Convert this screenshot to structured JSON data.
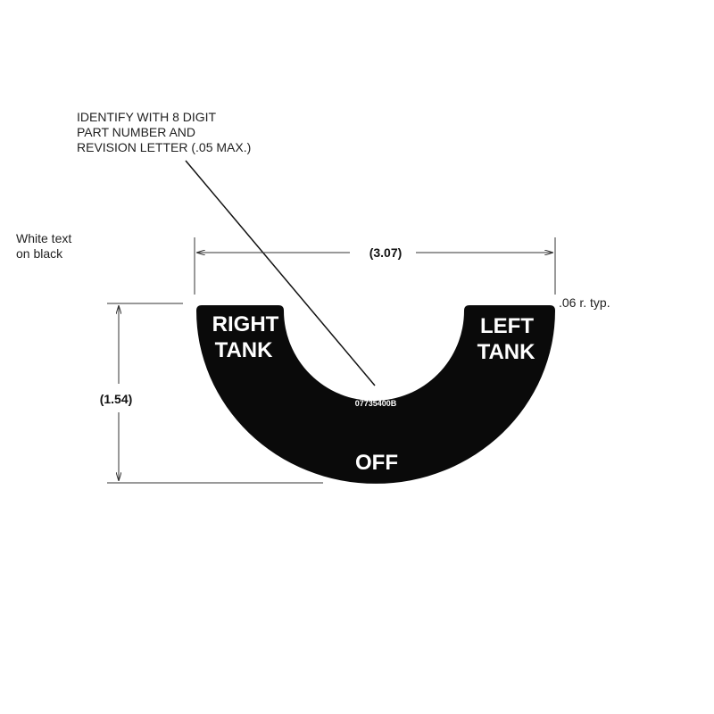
{
  "callout": {
    "lines": [
      "IDENTIFY WITH 8 DIGIT",
      "PART NUMBER AND",
      "REVISION LETTER (.05 MAX.)"
    ]
  },
  "side_note": {
    "lines": [
      "White text",
      "on black"
    ]
  },
  "dimensions": {
    "width": "(3.07)",
    "height": "(1.54)",
    "radius": ".06 r. typ."
  },
  "placard": {
    "right_label": [
      "RIGHT",
      "TANK"
    ],
    "left_label": [
      "LEFT",
      "TANK"
    ],
    "off_label": "OFF",
    "part_number": "07735400B",
    "fill_color": "#0a0a0a",
    "text_color": "#ffffff"
  }
}
